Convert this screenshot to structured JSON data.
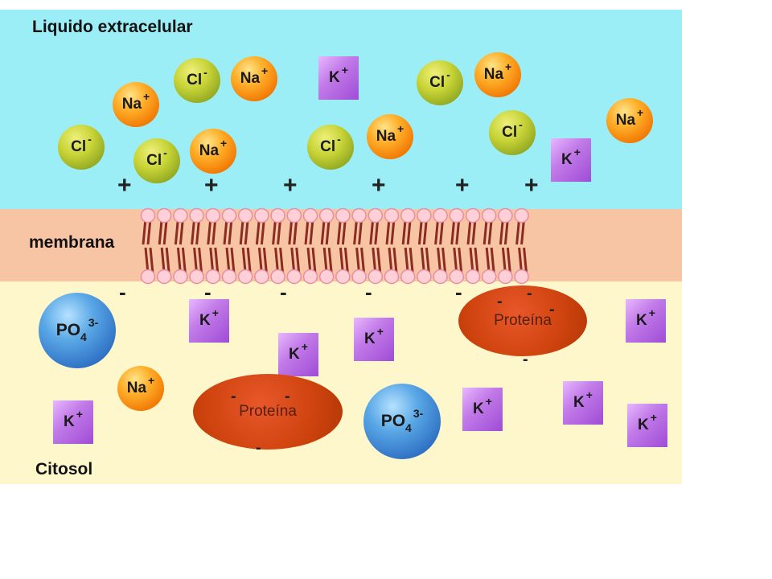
{
  "regions": {
    "extracellular": {
      "label": "Liquido extracelular",
      "color": "#9ceef6"
    },
    "membrane": {
      "label": "membrana",
      "color": "#f7c4a4"
    },
    "cytosol": {
      "label": "Citosol",
      "color": "#fff7cc"
    }
  },
  "symbols": {
    "na": "Na",
    "cl": "Cl",
    "k": "K",
    "po4": "PO",
    "po4_sub": "4",
    "plus": "+",
    "minus": "-",
    "po4_charge": "3-",
    "protein": "Proteína"
  }
}
